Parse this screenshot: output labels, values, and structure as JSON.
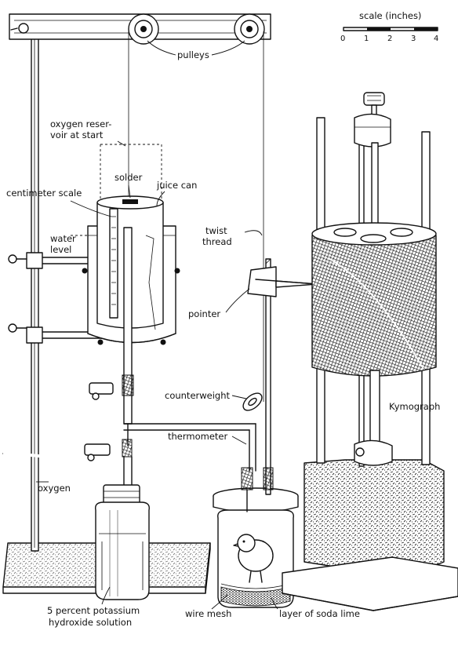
{
  "scale": {
    "title": "scale (inches)",
    "ticks": [
      "0",
      "1",
      "2",
      "3",
      "4"
    ]
  },
  "labels": {
    "pulleys": "pulleys",
    "oxygen_reservoir_line1": "oxygen reser-",
    "oxygen_reservoir_line2": "voir at start",
    "solder": "solder",
    "juice_can": "juice can",
    "centimeter_scale": "centimeter scale",
    "water_level_line1": "water",
    "water_level_line2": "level",
    "twist_thread_line1": "twist",
    "twist_thread_line2": "thread",
    "pointer": "pointer",
    "counterweight": "counterweight",
    "kymograph": "Kymograph",
    "thermometer": "thermometer",
    "oxygen": "oxygen",
    "koh_line1": "5 percent potassium",
    "koh_line2": "hydroxide solution",
    "wire_mesh": "wire mesh",
    "soda_lime": "layer of soda lime"
  }
}
